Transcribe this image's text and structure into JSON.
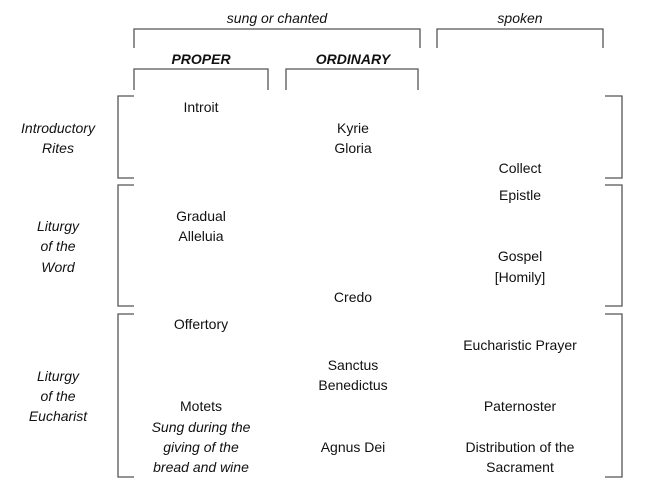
{
  "headers": {
    "sung": "sung or chanted",
    "spoken": "spoken",
    "proper": "PROPER",
    "ordinary": "ORDINARY"
  },
  "sections": [
    {
      "label": [
        "Introductory",
        "Rites"
      ]
    },
    {
      "label": [
        "Liturgy",
        "of the",
        "Word"
      ]
    },
    {
      "label": [
        "Liturgy",
        "of the",
        "Eucharist"
      ]
    }
  ],
  "proper": {
    "introit": "Introit",
    "gradual": "Gradual",
    "alleluia": "Alleluia",
    "offertory": "Offertory",
    "motets": "Motets",
    "motets_note": [
      "Sung during the",
      "giving of the",
      "bread and wine"
    ]
  },
  "ordinary": {
    "kyrie": "Kyrie",
    "gloria": "Gloria",
    "credo": "Credo",
    "sanctus": "Sanctus",
    "benedictus": "Benedictus",
    "agnus": "Agnus Dei"
  },
  "spoken": {
    "collect": "Collect",
    "epistle": "Epistle",
    "gospel": "Gospel",
    "homily": "[Homily]",
    "eucharistic_prayer": "Eucharistic Prayer",
    "paternoster": "Paternoster",
    "distribution": [
      "Distribution of the",
      "Sacrament"
    ]
  }
}
